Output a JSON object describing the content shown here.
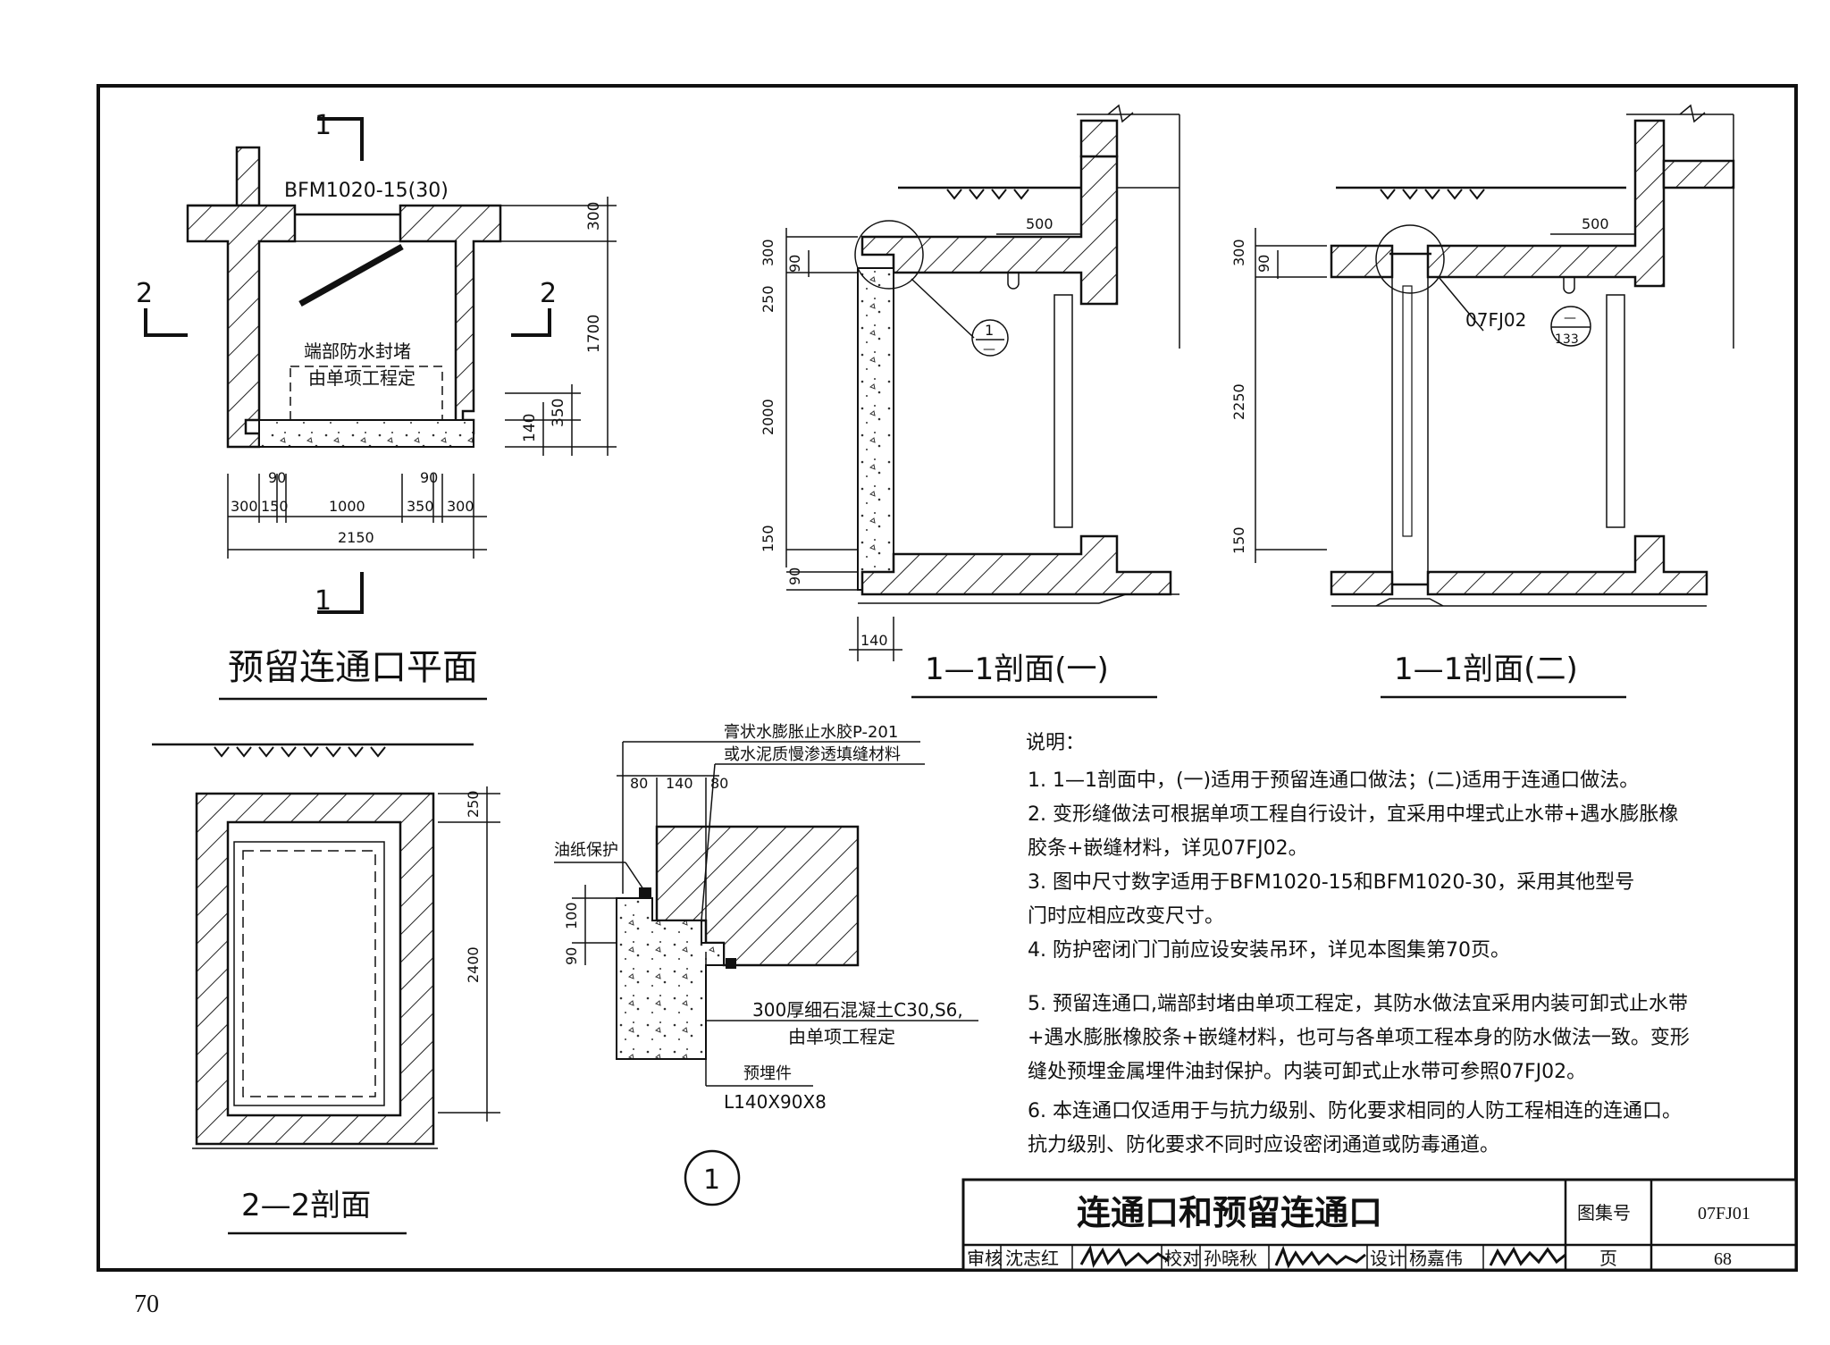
{
  "page_number": "70",
  "plan": {
    "section_mark_1": "1",
    "section_mark_2": "2",
    "door_label": "BFM1020-15(30)",
    "note_line1": "端部防水封堵",
    "note_line2": "由单项工程定",
    "dims": {
      "d300": "300",
      "d1700": "1700",
      "d350": "350",
      "d140": "140",
      "d90a": "90",
      "d90b": "90",
      "d300l": "300",
      "d150": "150",
      "d1000": "1000",
      "d350b": "350",
      "d300r": "300",
      "d2150": "2150"
    },
    "title": "预留连通口平面"
  },
  "section1": {
    "dims": {
      "d300": "300",
      "d90": "90",
      "d250": "250",
      "d2000": "2000",
      "d150": "150",
      "d90b": "90",
      "d140": "140",
      "d500": "500"
    },
    "detail_ref_top": "1",
    "detail_ref_bottom": "—",
    "title": "1—1剖面(一)"
  },
  "section2": {
    "dims": {
      "d300": "300",
      "d90": "90",
      "d2250": "2250",
      "d150": "150",
      "d500": "500"
    },
    "ref_label": "07FJ02",
    "ref_top": "—",
    "ref_bottom": "133",
    "title": "1—1剖面(二)"
  },
  "section22": {
    "dims": {
      "d250": "250",
      "d2400": "2400"
    },
    "title": "2—2剖面"
  },
  "detail1": {
    "label_top1": "膏状水膨胀止水胶P-201",
    "label_top2": "或水泥质慢渗透填缝材料",
    "label_oil": "油纸保护",
    "label_conc1": "300厚细石混凝土C30,S6,",
    "label_conc2": "由单项工程定",
    "label_embed": "预埋件",
    "label_angle": "L140X90X8",
    "dims": {
      "d80a": "80",
      "d140": "140",
      "d80b": "80",
      "d100": "100",
      "d90": "90"
    },
    "circle_label": "1"
  },
  "notes": {
    "heading": "说明：",
    "lines": [
      "1.  1—1剖面中，(一)适用于预留连通口做法；(二)适用于连通口做法。",
      "2.  变形缝做法可根据单项工程自行设计，宜采用中埋式止水带+遇水膨胀橡",
      "胶条+嵌缝材料，详见07FJ02。",
      "3.  图中尺寸数字适用于BFM1020-15和BFM1020-30，采用其他型号",
      "门时应相应改变尺寸。",
      "4.  防护密闭门门前应设安装吊环，详见本图集第70页。",
      "5.  预留连通口,端部封堵由单项工程定，其防水做法宜采用内装可卸式止水带",
      "+遇水膨胀橡胶条+嵌缝材料，也可与各单项工程本身的防水做法一致。变形",
      "缝处预埋金属埋件油封保护。内装可卸式止水带可参照07FJ02。",
      "6.  本连通口仅适用于与抗力级别、防化要求相同的人防工程相连的连通口。",
      "抗力级别、防化要求不同时应设密闭通道或防毒通道。"
    ]
  },
  "title_block": {
    "title": "连通口和预留连通口",
    "atlas_label": "图集号",
    "atlas_value": "07FJ01",
    "review_label": "审核",
    "review_name": "沈志红",
    "check_label": "校对",
    "check_name": "孙晓秋",
    "design_label": "设计",
    "design_name": "杨嘉伟",
    "page_label": "页",
    "page_value": "68"
  }
}
